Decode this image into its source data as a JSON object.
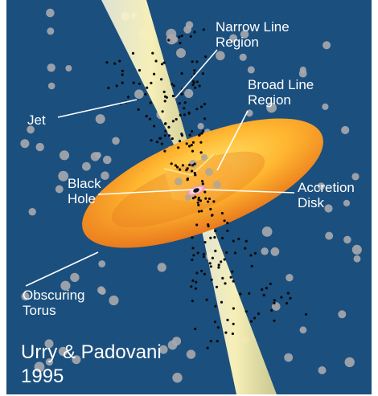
{
  "labels": {
    "narrow_line_region": [
      "Narrow Line",
      "Region"
    ],
    "broad_line_region": [
      "Broad Line",
      "Region"
    ],
    "jet": "Jet",
    "black_hole": [
      "Black",
      "Hole"
    ],
    "accretion_disk": [
      "Accretion",
      "Disk"
    ],
    "obscuring_torus": [
      "Obscuring",
      "Torus"
    ]
  },
  "credit": {
    "authors": "Urry & Padovani",
    "year": "1995"
  },
  "colors": {
    "background": "#1b4f7e",
    "cloud": "#a9a9ad",
    "jet": "#f6efb8",
    "torus_light": "#ffd24a",
    "torus_dark": "#e9771c",
    "dot": "#0b0b0b",
    "leader": "#ffffff"
  }
}
